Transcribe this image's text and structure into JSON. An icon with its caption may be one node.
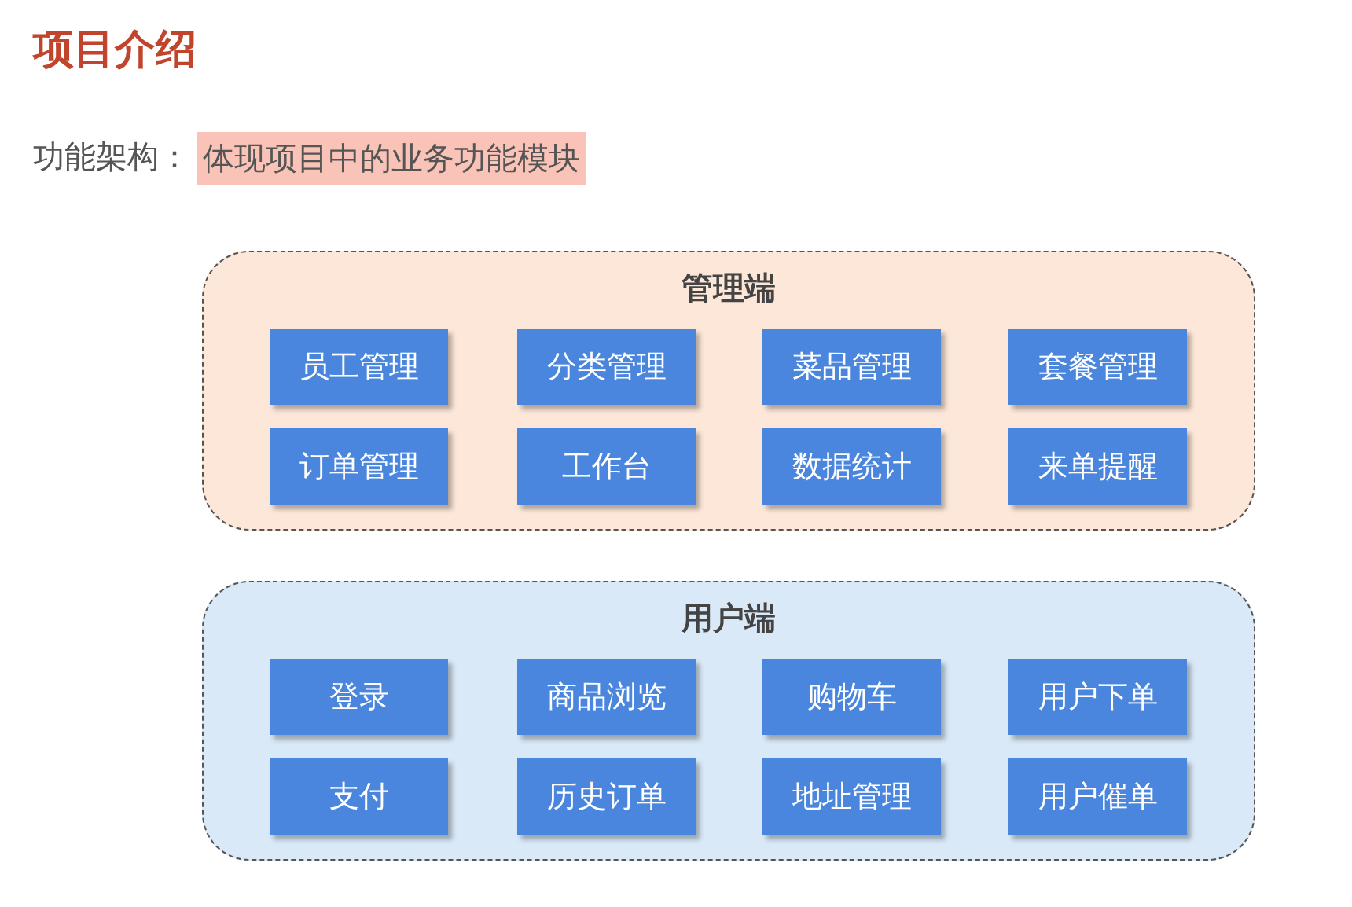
{
  "diagram": {
    "title": "项目介绍",
    "nodes": [
      {
        "text": [
          "管理端"
        ]
      },
      {
        "text": [
          "员工管理"
        ],
        "in": 0
      },
      {
        "text": [
          "分类管理"
        ],
        "in": 0
      },
      {
        "text": [
          "菜品管理"
        ],
        "in": 0
      },
      {
        "text": [
          "套餐管理"
        ],
        "in": 0
      },
      {
        "text": [
          "订单管理"
        ],
        "in": 0
      },
      {
        "text": [
          "工作台"
        ],
        "in": 0
      },
      {
        "text": [
          "数据统计"
        ],
        "in": 0
      },
      {
        "text": [
          "来单提醒"
        ],
        "in": 0
      },
      {
        "text": [
          "用户端"
        ]
      },
      {
        "text": [
          "登录"
        ],
        "in": 9
      },
      {
        "text": [
          "商品浏览"
        ],
        "in": 9
      },
      {
        "text": [
          "购物车"
        ],
        "in": 9
      },
      {
        "text": [
          "用户下单"
        ],
        "in": 9
      },
      {
        "text": [
          "支付"
        ],
        "in": 9
      },
      {
        "text": [
          "历史订单"
        ],
        "in": 9
      },
      {
        "text": [
          "地址管理"
        ],
        "in": 9
      },
      {
        "text": [
          "用户催单"
        ],
        "in": 9
      }
    ],
    "edges": [],
    "labels": [
      "功能架构：",
      "体现项目中的业务功能模块"
    ]
  }
}
